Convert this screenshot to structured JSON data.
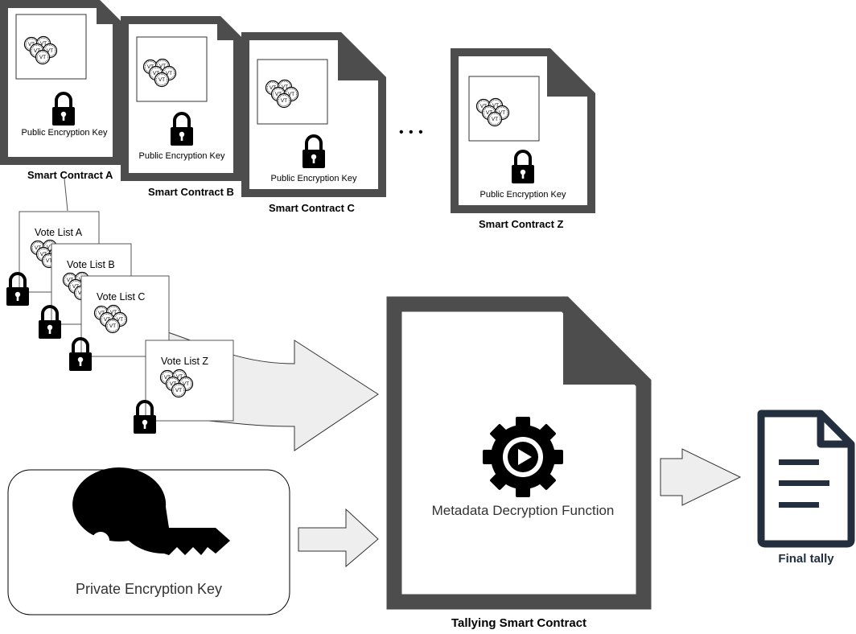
{
  "contracts": [
    {
      "title": "Smart Contract A",
      "key_label": "Public Encryption Key"
    },
    {
      "title": "Smart Contract B",
      "key_label": "Public Encryption Key"
    },
    {
      "title": "Smart Contract C",
      "key_label": "Public Encryption Key"
    },
    {
      "title": "Smart Contract Z",
      "key_label": "Public Encryption Key"
    }
  ],
  "ellipsis": "• • •",
  "vote_lists": [
    "Vote List A",
    "Vote List B",
    "Vote List C",
    "Vote List Z"
  ],
  "coin_label": "VT",
  "private_key": {
    "label": "Private Encryption Key"
  },
  "tallying": {
    "title": "Tallying Smart Contract",
    "function_label": "Metadata Decryption Function"
  },
  "final_tally": {
    "label": "Final tally"
  },
  "colors": {
    "doc_border": "#4d4d4d",
    "arrow_fill": "#eeeeee",
    "final_doc": "#232f3e"
  }
}
